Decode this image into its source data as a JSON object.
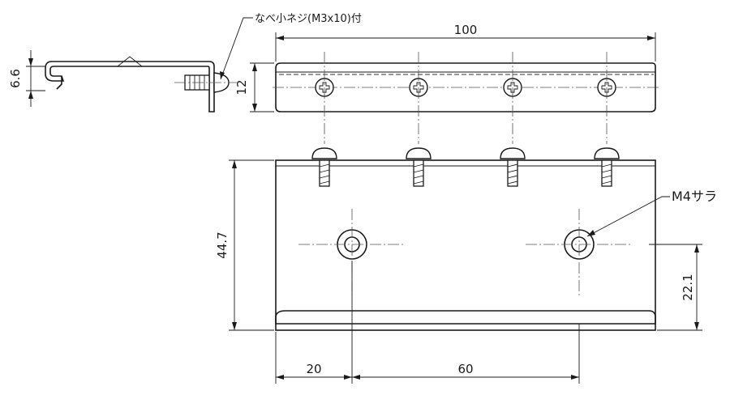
{
  "annotations": {
    "screw_note": "なべ小ネジ(M3x10)付",
    "countersink_note": "M4サラ"
  },
  "dimensions": {
    "side_height": "6.6",
    "top_height": "12",
    "top_length": "100",
    "front_height": "44.7",
    "hole_height": "22.1",
    "edge_to_hole": "20",
    "hole_pitch": "60"
  }
}
